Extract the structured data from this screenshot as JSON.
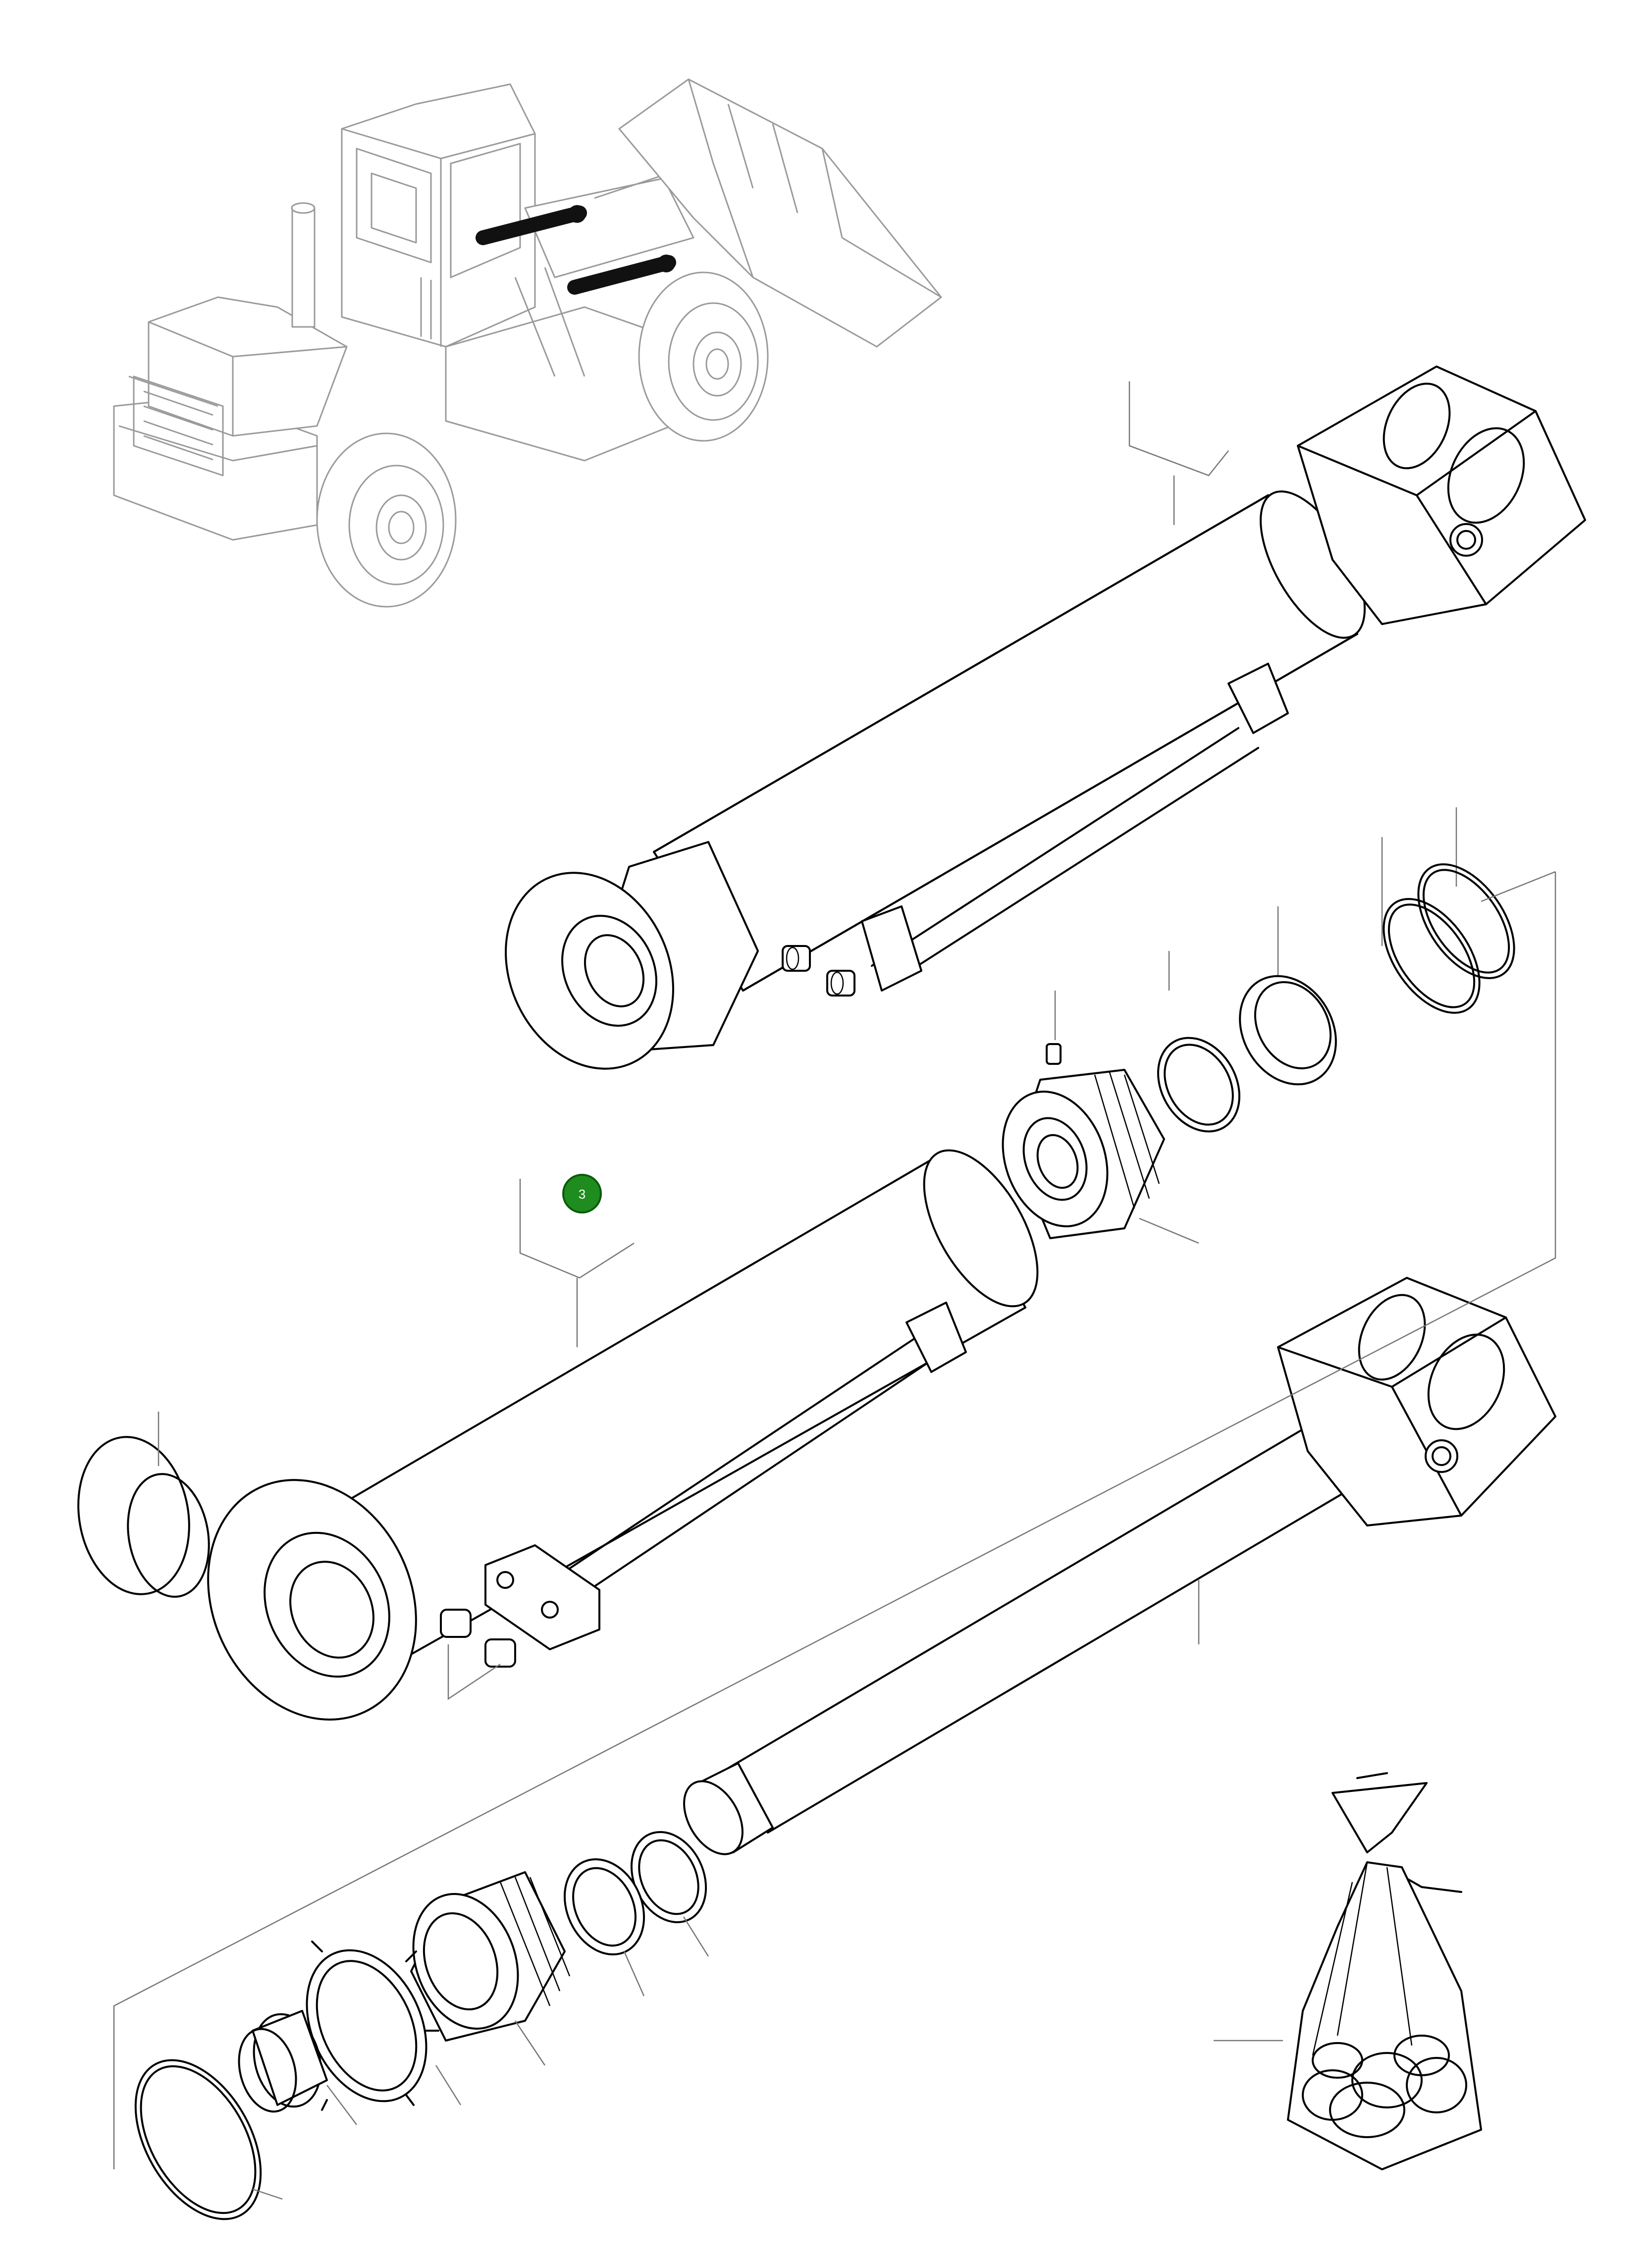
{
  "callout": {
    "label": "3",
    "color": "#1e8c1e"
  },
  "colors": {
    "line": "#000000",
    "machine_ghost": "#9a9a9a",
    "leader": "#777777",
    "highlight": "#111111"
  },
  "parts": [
    "wheel-loader-overview",
    "assembled-cylinder",
    "cylinder-tube",
    "piston",
    "piston-rod",
    "cylinder-head",
    "seal-kit-bag"
  ]
}
